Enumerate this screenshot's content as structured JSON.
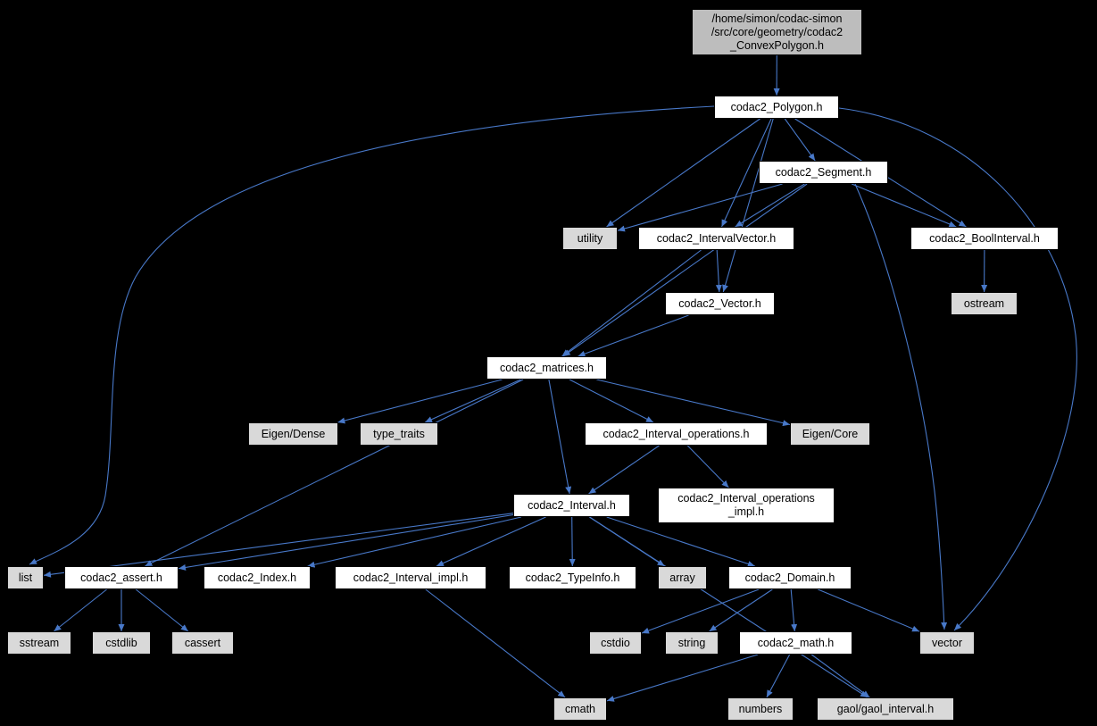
{
  "graph": {
    "kind": "include-dependency-graph",
    "colors": {
      "background": "#000000",
      "edge": "#4878c8",
      "node_fill_internal": "#ffffff",
      "node_fill_external": "#d9d9d9",
      "node_fill_current": "#bdbdbd",
      "node_border": "#000000",
      "text": "#000000"
    },
    "nodes": [
      {
        "id": "root",
        "kind": "current",
        "label": "/home/simon/codac-simon\n/src/core/geometry/codac2\n_ConvexPolygon.h"
      },
      {
        "id": "polygon",
        "kind": "internal",
        "label": "codac2_Polygon.h"
      },
      {
        "id": "segment",
        "kind": "internal",
        "label": "codac2_Segment.h"
      },
      {
        "id": "utility",
        "kind": "external",
        "label": "utility"
      },
      {
        "id": "intervalvector",
        "kind": "internal",
        "label": "codac2_IntervalVector.h"
      },
      {
        "id": "boolinterval",
        "kind": "internal",
        "label": "codac2_BoolInterval.h"
      },
      {
        "id": "ostream",
        "kind": "external",
        "label": "ostream"
      },
      {
        "id": "vector_h",
        "kind": "internal",
        "label": "codac2_Vector.h"
      },
      {
        "id": "matrices",
        "kind": "internal",
        "label": "codac2_matrices.h"
      },
      {
        "id": "eigen_dense",
        "kind": "external",
        "label": "Eigen/Dense"
      },
      {
        "id": "type_traits",
        "kind": "external",
        "label": "type_traits"
      },
      {
        "id": "interval_ops",
        "kind": "internal",
        "label": "codac2_Interval_operations.h"
      },
      {
        "id": "eigen_core",
        "kind": "external",
        "label": "Eigen/Core"
      },
      {
        "id": "interval",
        "kind": "internal",
        "label": "codac2_Interval.h"
      },
      {
        "id": "interval_ops_impl",
        "kind": "internal",
        "label": "codac2_Interval_operations\n_impl.h"
      },
      {
        "id": "list",
        "kind": "external",
        "label": "list"
      },
      {
        "id": "assert",
        "kind": "internal",
        "label": "codac2_assert.h"
      },
      {
        "id": "index",
        "kind": "internal",
        "label": "codac2_Index.h"
      },
      {
        "id": "interval_impl",
        "kind": "internal",
        "label": "codac2_Interval_impl.h"
      },
      {
        "id": "typeinfo",
        "kind": "internal",
        "label": "codac2_TypeInfo.h"
      },
      {
        "id": "array",
        "kind": "external",
        "label": "array"
      },
      {
        "id": "domain",
        "kind": "internal",
        "label": "codac2_Domain.h"
      },
      {
        "id": "sstream",
        "kind": "external",
        "label": "sstream"
      },
      {
        "id": "cstdlib",
        "kind": "external",
        "label": "cstdlib"
      },
      {
        "id": "cassert",
        "kind": "external",
        "label": "cassert"
      },
      {
        "id": "cstdio",
        "kind": "external",
        "label": "cstdio"
      },
      {
        "id": "string",
        "kind": "external",
        "label": "string"
      },
      {
        "id": "math",
        "kind": "internal",
        "label": "codac2_math.h"
      },
      {
        "id": "vector",
        "kind": "external",
        "label": "vector"
      },
      {
        "id": "cmath",
        "kind": "external",
        "label": "cmath"
      },
      {
        "id": "numbers",
        "kind": "external",
        "label": "numbers"
      },
      {
        "id": "gaol",
        "kind": "external",
        "label": "gaol/gaol_interval.h"
      }
    ],
    "edges": [
      {
        "from": "root",
        "to": "polygon"
      },
      {
        "from": "polygon",
        "to": "segment"
      },
      {
        "from": "polygon",
        "to": "utility"
      },
      {
        "from": "polygon",
        "to": "intervalvector"
      },
      {
        "from": "polygon",
        "to": "boolinterval"
      },
      {
        "from": "polygon",
        "to": "vector_h"
      },
      {
        "from": "polygon",
        "to": "list"
      },
      {
        "from": "polygon",
        "to": "vector"
      },
      {
        "from": "segment",
        "to": "utility"
      },
      {
        "from": "segment",
        "to": "intervalvector"
      },
      {
        "from": "segment",
        "to": "boolinterval"
      },
      {
        "from": "segment",
        "to": "matrices"
      },
      {
        "from": "segment",
        "to": "vector"
      },
      {
        "from": "boolinterval",
        "to": "ostream"
      },
      {
        "from": "intervalvector",
        "to": "vector_h"
      },
      {
        "from": "intervalvector",
        "to": "matrices"
      },
      {
        "from": "vector_h",
        "to": "matrices"
      },
      {
        "from": "matrices",
        "to": "eigen_dense"
      },
      {
        "from": "matrices",
        "to": "type_traits"
      },
      {
        "from": "matrices",
        "to": "interval_ops"
      },
      {
        "from": "matrices",
        "to": "eigen_core"
      },
      {
        "from": "matrices",
        "to": "interval"
      },
      {
        "from": "matrices",
        "to": "assert"
      },
      {
        "from": "interval_ops",
        "to": "interval"
      },
      {
        "from": "interval_ops",
        "to": "interval_ops_impl"
      },
      {
        "from": "interval",
        "to": "list"
      },
      {
        "from": "interval",
        "to": "assert"
      },
      {
        "from": "interval",
        "to": "index"
      },
      {
        "from": "interval",
        "to": "interval_impl"
      },
      {
        "from": "interval",
        "to": "typeinfo"
      },
      {
        "from": "interval",
        "to": "array"
      },
      {
        "from": "interval",
        "to": "domain"
      },
      {
        "from": "interval",
        "to": "gaol"
      },
      {
        "from": "assert",
        "to": "sstream"
      },
      {
        "from": "assert",
        "to": "cstdlib"
      },
      {
        "from": "assert",
        "to": "cassert"
      },
      {
        "from": "interval_impl",
        "to": "cmath"
      },
      {
        "from": "domain",
        "to": "cstdio"
      },
      {
        "from": "domain",
        "to": "string"
      },
      {
        "from": "domain",
        "to": "math"
      },
      {
        "from": "domain",
        "to": "vector"
      },
      {
        "from": "math",
        "to": "cmath"
      },
      {
        "from": "math",
        "to": "numbers"
      },
      {
        "from": "math",
        "to": "gaol"
      }
    ]
  }
}
